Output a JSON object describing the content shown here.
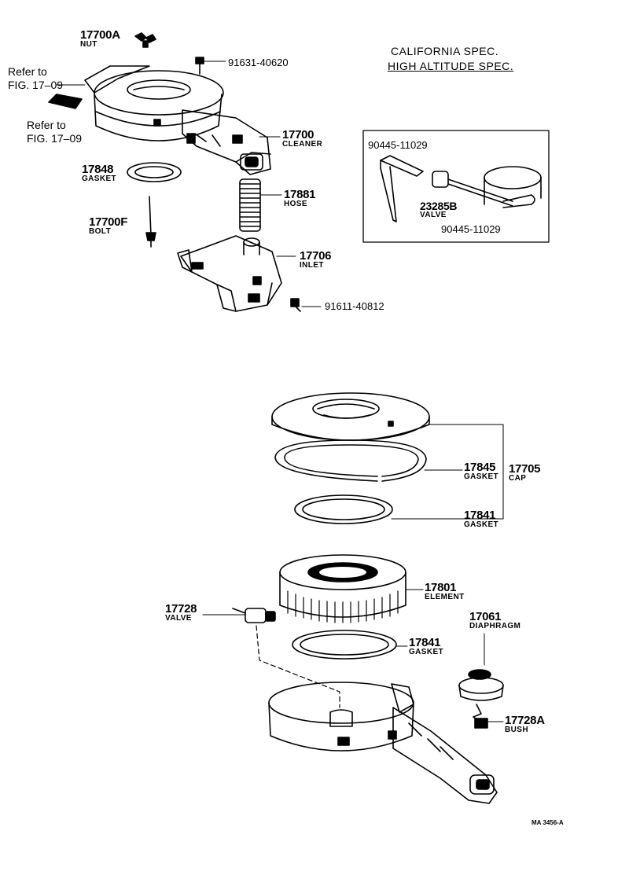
{
  "parts": {
    "nut_17700a": {
      "number": "17700A",
      "name": "NUT"
    },
    "bolt_91631": {
      "number": "91631-40620"
    },
    "refer_top": {
      "line1": "Refer to",
      "line2": "FIG. 17–09"
    },
    "refer_bottom": {
      "line1": "Refer to",
      "line2": "FIG. 17–09"
    },
    "cleaner_17700": {
      "number": "17700",
      "name": "CLEANER"
    },
    "gasket_17848": {
      "number": "17848",
      "name": "GASKET"
    },
    "hose_17881": {
      "number": "17881",
      "name": "HOSE"
    },
    "bolt_17700f": {
      "number": "17700F",
      "name": "BOLT"
    },
    "inlet_17706": {
      "number": "17706",
      "name": "INLET"
    },
    "bolt_91611": {
      "number": "91611-40812"
    },
    "gasket_17845": {
      "number": "17845",
      "name": "GASKET"
    },
    "cap_17705": {
      "number": "17705",
      "name": "CAP"
    },
    "gasket_17841_upper": {
      "number": "17841",
      "name": "GASKET"
    },
    "element_17801": {
      "number": "17801",
      "name": "ELEMENT"
    },
    "valve_17728": {
      "number": "17728",
      "name": "VALVE"
    },
    "diaphragm_17061": {
      "number": "17061",
      "name": "DIAPHRAGM"
    },
    "gasket_17841_lower": {
      "number": "17841",
      "name": "GASKET"
    },
    "bush_17728a": {
      "number": "17728A",
      "name": "BUSH"
    }
  },
  "spec": {
    "line1": "CALIFORNIA SPEC.",
    "line2": "HIGH ALTITUDE SPEC.",
    "hose_a": "90445-11029",
    "valve": {
      "number": "23285B",
      "name": "VALVE"
    },
    "hose_b": "90445-11029"
  },
  "drawing_code": "MA 3456-A"
}
